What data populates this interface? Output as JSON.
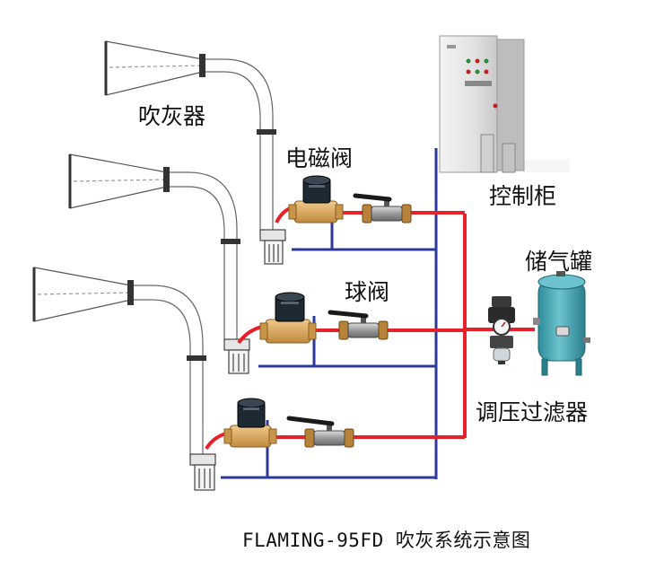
{
  "labels": {
    "blower": "吹灰器",
    "solenoid_valve": "电磁阀",
    "control_cabinet": "控制柜",
    "air_tank": "储气罐",
    "ball_valve": "球阀",
    "regulator_filter": "调压过滤器",
    "caption": "FLAMING-95FD 吹灰系统示意图"
  },
  "colors": {
    "air_pipe": "#e8202a",
    "signal_line": "#2d3a9c",
    "tank": "#3fa6b5",
    "valve_brass": "#d9a55a",
    "coil": "#1e2a33",
    "cabinet": "#e6e6e6",
    "outline": "#333333"
  },
  "units": [
    {
      "name": "unit-1",
      "blower_count": 1,
      "valves": [
        "solenoid-valve",
        "ball-valve"
      ]
    },
    {
      "name": "unit-2",
      "blower_count": 1,
      "valves": [
        "solenoid-valve",
        "ball-valve"
      ]
    },
    {
      "name": "unit-3",
      "blower_count": 1,
      "valves": [
        "solenoid-valve",
        "ball-valve"
      ]
    }
  ]
}
